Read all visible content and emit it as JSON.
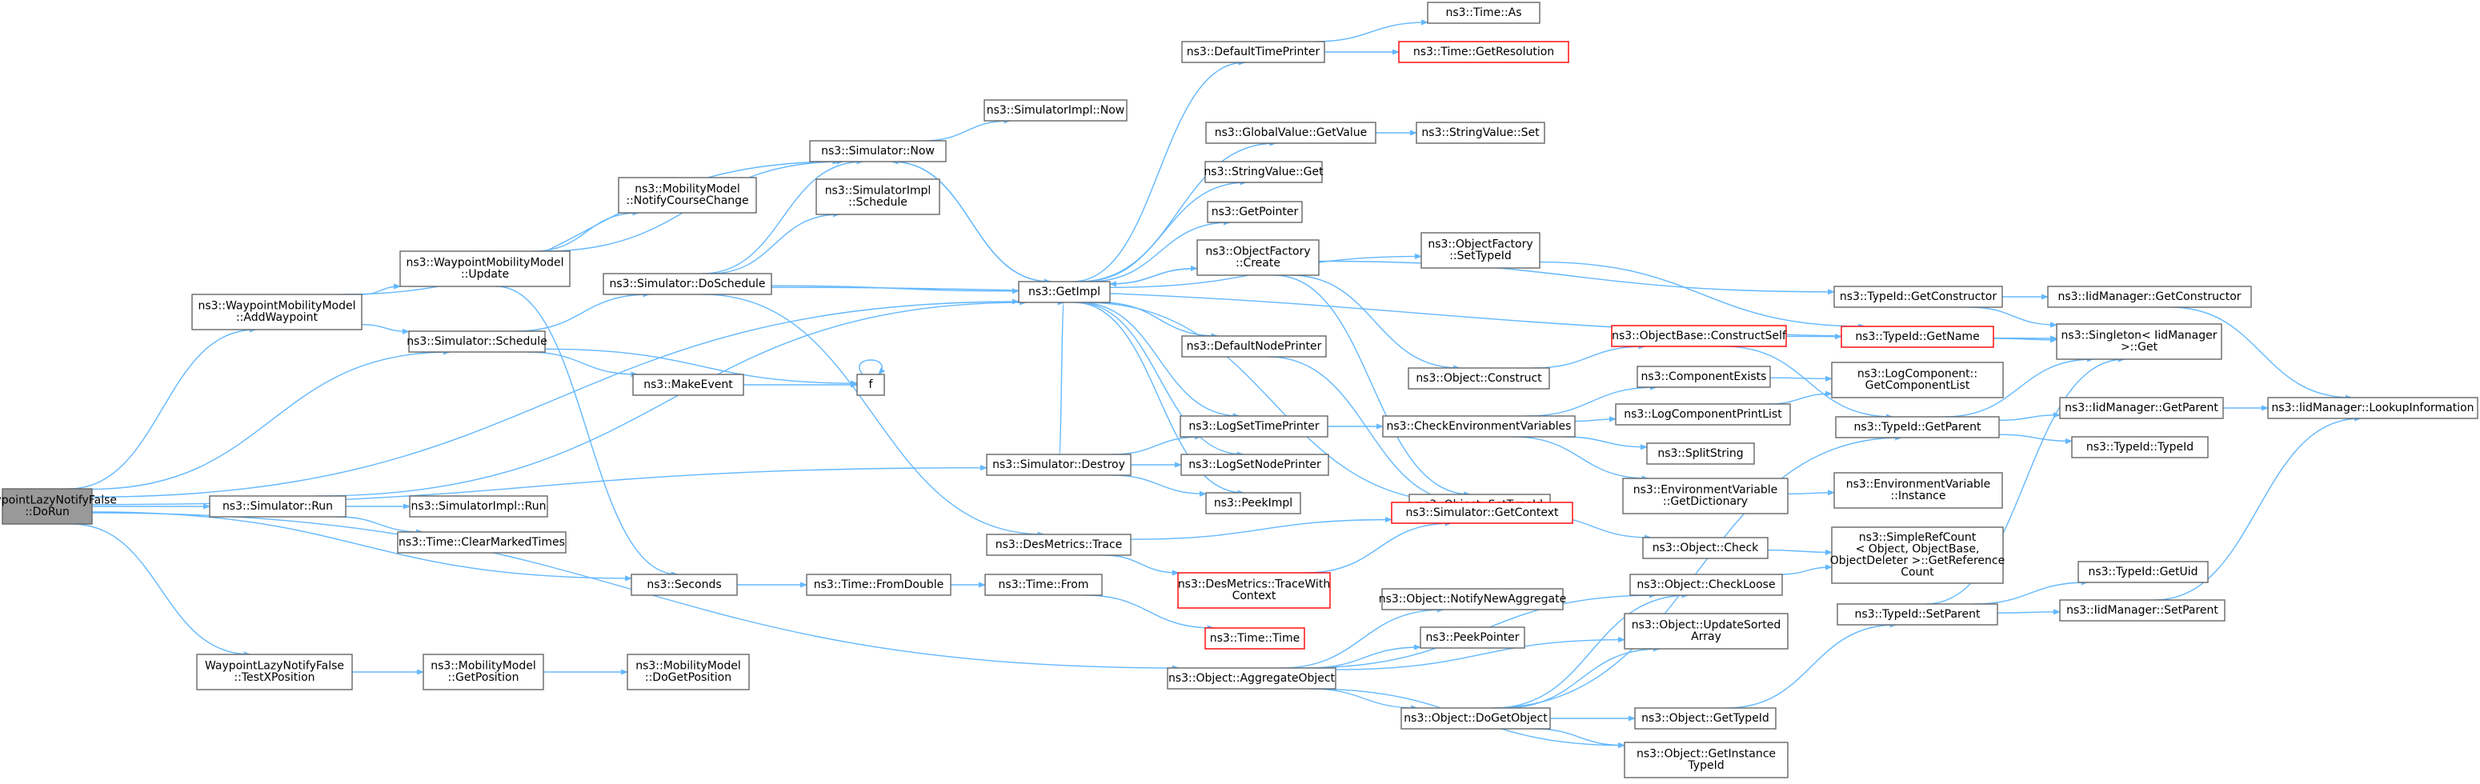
{
  "graph": {
    "colors": {
      "edge": "#63b8ff",
      "node_fill": "#ffffff",
      "node_border": "#666666",
      "root_fill": "#999999",
      "undocumented_border": "#ff0000"
    },
    "nodes": [
      {
        "id": "root",
        "lines": [
          "WaypointLazyNotifyFalse",
          "::DoRun"
        ],
        "root": true
      },
      {
        "id": "addWaypoint",
        "lines": [
          "ns3::WaypointMobilityModel",
          "::AddWaypoint"
        ]
      },
      {
        "id": "simRun",
        "lines": [
          "ns3::Simulator::Run"
        ]
      },
      {
        "id": "testX",
        "lines": [
          "WaypointLazyNotifyFalse",
          "::TestXPosition"
        ]
      },
      {
        "id": "update",
        "lines": [
          "ns3::WaypointMobilityModel",
          "::Update"
        ]
      },
      {
        "id": "schedule",
        "lines": [
          "ns3::Simulator::Schedule"
        ]
      },
      {
        "id": "implRun",
        "lines": [
          "ns3::SimulatorImpl::Run"
        ]
      },
      {
        "id": "clearMarked",
        "lines": [
          "ns3::Time::ClearMarkedTimes"
        ]
      },
      {
        "id": "getPosition",
        "lines": [
          "ns3::MobilityModel",
          "::GetPosition"
        ]
      },
      {
        "id": "simNow",
        "lines": [
          "ns3::Simulator::Now"
        ]
      },
      {
        "id": "implSchedule",
        "lines": [
          "ns3::SimulatorImpl",
          "::Schedule"
        ]
      },
      {
        "id": "notifyCourse",
        "lines": [
          "ns3::MobilityModel",
          "::NotifyCourseChange"
        ]
      },
      {
        "id": "doSchedule",
        "lines": [
          "ns3::Simulator::DoSchedule"
        ]
      },
      {
        "id": "makeEvent",
        "lines": [
          "ns3::MakeEvent"
        ]
      },
      {
        "id": "simDestroy",
        "lines": [
          "ns3::Simulator::Destroy"
        ]
      },
      {
        "id": "seconds",
        "lines": [
          "ns3::Seconds"
        ]
      },
      {
        "id": "doGetPosition",
        "lines": [
          "ns3::MobilityModel",
          "::DoGetPosition"
        ]
      },
      {
        "id": "implNow",
        "lines": [
          "ns3::SimulatorImpl::Now"
        ]
      },
      {
        "id": "f",
        "lines": [
          "f"
        ]
      },
      {
        "id": "desTrace",
        "lines": [
          "ns3::DesMetrics::Trace"
        ]
      },
      {
        "id": "fromDouble",
        "lines": [
          "ns3::Time::FromDouble"
        ]
      },
      {
        "id": "timeFrom",
        "lines": [
          "ns3::Time::From"
        ]
      },
      {
        "id": "aggregate",
        "lines": [
          "ns3::Object::AggregateObject"
        ]
      },
      {
        "id": "getImpl",
        "lines": [
          "ns3::GetImpl"
        ]
      },
      {
        "id": "defaultTime",
        "lines": [
          "ns3::DefaultTimePrinter"
        ]
      },
      {
        "id": "gvGet",
        "lines": [
          "ns3::GlobalValue::GetValue"
        ]
      },
      {
        "id": "svGet",
        "lines": [
          "ns3::StringValue::Get"
        ]
      },
      {
        "id": "getPointer",
        "lines": [
          "ns3::GetPointer"
        ]
      },
      {
        "id": "ofCreate",
        "lines": [
          "ns3::ObjectFactory",
          "::Create"
        ]
      },
      {
        "id": "defaultNode",
        "lines": [
          "ns3::DefaultNodePrinter"
        ]
      },
      {
        "id": "logSetTime",
        "lines": [
          "ns3::LogSetTimePrinter"
        ]
      },
      {
        "id": "logSetNode",
        "lines": [
          "ns3::LogSetNodePrinter"
        ]
      },
      {
        "id": "peekImpl",
        "lines": [
          "ns3::PeekImpl"
        ]
      },
      {
        "id": "traceWith",
        "lines": [
          "ns3::DesMetrics::TraceWith",
          "Context"
        ],
        "red": true
      },
      {
        "id": "timeTime",
        "lines": [
          "ns3::Time::Time"
        ],
        "red": true
      },
      {
        "id": "timeAs",
        "lines": [
          "ns3::Time::As"
        ]
      },
      {
        "id": "getResolution",
        "lines": [
          "ns3::Time::GetResolution"
        ],
        "red": true
      },
      {
        "id": "svSet",
        "lines": [
          "ns3::StringValue::Set"
        ]
      },
      {
        "id": "ofSetTypeId",
        "lines": [
          "ns3::ObjectFactory",
          "::SetTypeId"
        ]
      },
      {
        "id": "objConstruct",
        "lines": [
          "ns3::Object::Construct"
        ]
      },
      {
        "id": "checkEnv",
        "lines": [
          "ns3::CheckEnvironmentVariables"
        ]
      },
      {
        "id": "objSetTypeId",
        "lines": [
          "ns3::Object::SetTypeId"
        ]
      },
      {
        "id": "getContext",
        "lines": [
          "ns3::Simulator::GetContext"
        ],
        "red": true
      },
      {
        "id": "notifyNewAgg",
        "lines": [
          "ns3::Object::NotifyNewAggregate"
        ]
      },
      {
        "id": "peekPointer",
        "lines": [
          "ns3::PeekPointer"
        ]
      },
      {
        "id": "doGetObject",
        "lines": [
          "ns3::Object::DoGetObject"
        ]
      },
      {
        "id": "constructSelf",
        "lines": [
          "ns3::ObjectBase::ConstructSelf"
        ],
        "red": true
      },
      {
        "id": "compExists",
        "lines": [
          "ns3::ComponentExists"
        ]
      },
      {
        "id": "logCompPrint",
        "lines": [
          "ns3::LogComponentPrintList"
        ]
      },
      {
        "id": "splitString",
        "lines": [
          "ns3::SplitString"
        ]
      },
      {
        "id": "envGetDict",
        "lines": [
          "ns3::EnvironmentVariable",
          "::GetDictionary"
        ]
      },
      {
        "id": "objCheck",
        "lines": [
          "ns3::Object::Check"
        ]
      },
      {
        "id": "checkLoose",
        "lines": [
          "ns3::Object::CheckLoose"
        ]
      },
      {
        "id": "updateSorted",
        "lines": [
          "ns3::Object::UpdateSorted",
          "Array"
        ]
      },
      {
        "id": "objGetTypeId",
        "lines": [
          "ns3::Object::GetTypeId"
        ]
      },
      {
        "id": "getInstanceTypeId",
        "lines": [
          "ns3::Object::GetInstance",
          "TypeId"
        ]
      },
      {
        "id": "tidGetConstructor",
        "lines": [
          "ns3::TypeId::GetConstructor"
        ]
      },
      {
        "id": "tidGetName",
        "lines": [
          "ns3::TypeId::GetName"
        ],
        "red": true
      },
      {
        "id": "logCompGetList",
        "lines": [
          "ns3::LogComponent::",
          "GetComponentList"
        ]
      },
      {
        "id": "tidGetParent",
        "lines": [
          "ns3::TypeId::GetParent"
        ]
      },
      {
        "id": "envInstance",
        "lines": [
          "ns3::EnvironmentVariable",
          "::Instance"
        ]
      },
      {
        "id": "refCount",
        "lines": [
          "ns3::SimpleRefCount",
          "< Object, ObjectBase,",
          "ObjectDeleter >::GetReference",
          "Count"
        ]
      },
      {
        "id": "tidSetParent",
        "lines": [
          "ns3::TypeId::SetParent"
        ]
      },
      {
        "id": "iidGetConstructor",
        "lines": [
          "ns3::IidManager::GetConstructor"
        ]
      },
      {
        "id": "singletonGet",
        "lines": [
          "ns3::Singleton< IidManager",
          ">::Get"
        ]
      },
      {
        "id": "iidGetParent",
        "lines": [
          "ns3::IidManager::GetParent"
        ]
      },
      {
        "id": "tidTypeId",
        "lines": [
          "ns3::TypeId::TypeId"
        ]
      },
      {
        "id": "tidGetUid",
        "lines": [
          "ns3::TypeId::GetUid"
        ]
      },
      {
        "id": "iidSetParent",
        "lines": [
          "ns3::IidManager::SetParent"
        ]
      },
      {
        "id": "iidLookup",
        "lines": [
          "ns3::IidManager::LookupInformation"
        ]
      }
    ],
    "edges": [
      [
        "root",
        "addWaypoint"
      ],
      [
        "root",
        "simRun"
      ],
      [
        "root",
        "testX"
      ],
      [
        "root",
        "schedule"
      ],
      [
        "root",
        "simDestroy"
      ],
      [
        "root",
        "seconds"
      ],
      [
        "root",
        "aggregate"
      ],
      [
        "root",
        "getImpl"
      ],
      [
        "addWaypoint",
        "update"
      ],
      [
        "addWaypoint",
        "simNow"
      ],
      [
        "addWaypoint",
        "schedule"
      ],
      [
        "simRun",
        "implRun"
      ],
      [
        "simRun",
        "clearMarked"
      ],
      [
        "simRun",
        "getImpl"
      ],
      [
        "testX",
        "getPosition"
      ],
      [
        "getPosition",
        "doGetPosition"
      ],
      [
        "update",
        "simNow"
      ],
      [
        "update",
        "notifyCourse"
      ],
      [
        "update",
        "seconds"
      ],
      [
        "schedule",
        "doSchedule"
      ],
      [
        "schedule",
        "makeEvent"
      ],
      [
        "schedule",
        "f"
      ],
      [
        "makeEvent",
        "f"
      ],
      [
        "f",
        "f"
      ],
      [
        "doSchedule",
        "simNow"
      ],
      [
        "doSchedule",
        "implSchedule"
      ],
      [
        "doSchedule",
        "getImpl"
      ],
      [
        "doSchedule",
        "desTrace"
      ],
      [
        "doSchedule",
        "singletonGet"
      ],
      [
        "simNow",
        "implNow"
      ],
      [
        "simNow",
        "getImpl"
      ],
      [
        "simDestroy",
        "getImpl"
      ],
      [
        "simDestroy",
        "logSetTime"
      ],
      [
        "simDestroy",
        "logSetNode"
      ],
      [
        "simDestroy",
        "peekImpl"
      ],
      [
        "seconds",
        "fromDouble"
      ],
      [
        "fromDouble",
        "timeFrom"
      ],
      [
        "timeFrom",
        "timeTime"
      ],
      [
        "desTrace",
        "traceWith"
      ],
      [
        "desTrace",
        "getContext"
      ],
      [
        "traceWith",
        "getContext"
      ],
      [
        "getImpl",
        "defaultTime"
      ],
      [
        "getImpl",
        "gvGet"
      ],
      [
        "getImpl",
        "svGet"
      ],
      [
        "getImpl",
        "getPointer"
      ],
      [
        "getImpl",
        "ofSetTypeId"
      ],
      [
        "getImpl",
        "ofCreate"
      ],
      [
        "getImpl",
        "defaultNode"
      ],
      [
        "getImpl",
        "logSetTime"
      ],
      [
        "getImpl",
        "logSetNode"
      ],
      [
        "getImpl",
        "peekImpl"
      ],
      [
        "getImpl",
        "simNow"
      ],
      [
        "getImpl",
        "getContext"
      ],
      [
        "defaultTime",
        "timeAs"
      ],
      [
        "defaultTime",
        "getResolution"
      ],
      [
        "gvGet",
        "svSet"
      ],
      [
        "ofSetTypeId",
        "tidGetName"
      ],
      [
        "ofCreate",
        "objConstruct"
      ],
      [
        "ofCreate",
        "tidGetConstructor"
      ],
      [
        "ofCreate",
        "objSetTypeId"
      ],
      [
        "ofCreate",
        "getImpl"
      ],
      [
        "defaultNode",
        "getContext"
      ],
      [
        "logSetTime",
        "checkEnv"
      ],
      [
        "objConstruct",
        "constructSelf"
      ],
      [
        "constructSelf",
        "tidGetName"
      ],
      [
        "constructSelf",
        "tidGetParent"
      ],
      [
        "checkEnv",
        "compExists"
      ],
      [
        "checkEnv",
        "logCompPrint"
      ],
      [
        "checkEnv",
        "splitString"
      ],
      [
        "checkEnv",
        "envGetDict"
      ],
      [
        "compExists",
        "logCompGetList"
      ],
      [
        "logCompPrint",
        "logCompGetList"
      ],
      [
        "envGetDict",
        "envInstance"
      ],
      [
        "objSetTypeId",
        "objCheck"
      ],
      [
        "objCheck",
        "refCount"
      ],
      [
        "aggregate",
        "notifyNewAgg"
      ],
      [
        "aggregate",
        "peekPointer"
      ],
      [
        "aggregate",
        "doGetObject"
      ],
      [
        "aggregate",
        "checkLoose"
      ],
      [
        "aggregate",
        "updateSorted"
      ],
      [
        "aggregate",
        "getInstanceTypeId"
      ],
      [
        "doGetObject",
        "checkLoose"
      ],
      [
        "doGetObject",
        "updateSorted"
      ],
      [
        "doGetObject",
        "objGetTypeId"
      ],
      [
        "doGetObject",
        "getInstanceTypeId"
      ],
      [
        "doGetObject",
        "tidGetParent"
      ],
      [
        "checkLoose",
        "refCount"
      ],
      [
        "objGetTypeId",
        "tidSetParent"
      ],
      [
        "tidGetConstructor",
        "iidGetConstructor"
      ],
      [
        "tidGetConstructor",
        "singletonGet"
      ],
      [
        "tidGetName",
        "singletonGet"
      ],
      [
        "tidGetParent",
        "singletonGet"
      ],
      [
        "tidGetParent",
        "iidGetParent"
      ],
      [
        "tidGetParent",
        "tidTypeId"
      ],
      [
        "tidSetParent",
        "tidGetUid"
      ],
      [
        "tidSetParent",
        "singletonGet"
      ],
      [
        "tidSetParent",
        "iidSetParent"
      ],
      [
        "iidGetConstructor",
        "iidLookup"
      ],
      [
        "iidGetParent",
        "iidLookup"
      ],
      [
        "iidSetParent",
        "iidLookup"
      ]
    ]
  }
}
